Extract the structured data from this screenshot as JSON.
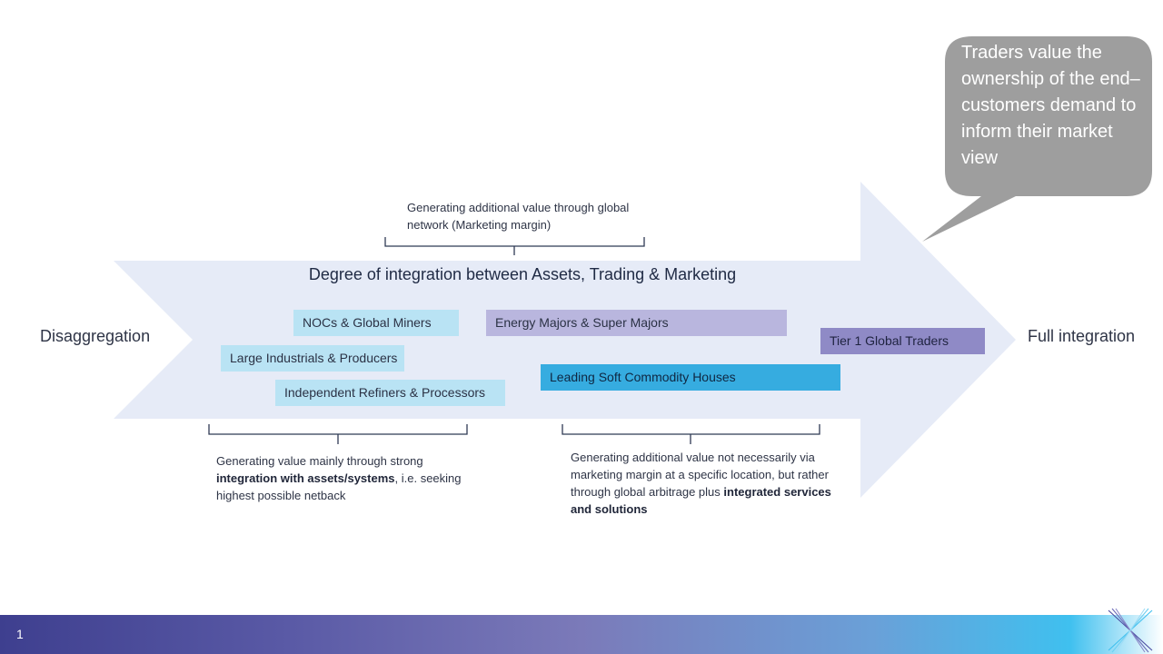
{
  "ends": {
    "left": "Disaggregation",
    "right": "Full integration"
  },
  "main_title": "Degree of integration between Assets, Trading & Marketing",
  "boxes": {
    "nocs": "NOCs & Global Miners",
    "energy": "Energy Majors & Super Majors",
    "tier1": "Tier 1 Global Traders",
    "industrials": "Large Industrials & Producers",
    "soft": "Leading Soft Commodity Houses",
    "refiners": "Independent Refiners & Processors"
  },
  "notes": {
    "top": "Generating additional value through global network (Marketing margin)",
    "left_pre": "Generating value mainly through strong ",
    "left_bold": "integration with assets/systems",
    "left_post": ", i.e. seeking highest possible netback",
    "right_pre": "Generating additional value not necessarily via marketing margin at a specific location, but rather through global arbitrage plus ",
    "right_bold": "integrated services and solutions"
  },
  "bubble": "Traders value the ownership of the end–customers demand to inform their market view",
  "footer": {
    "page": "1"
  },
  "colors": {
    "arrow": "#e6ebf7",
    "box_light": "#b9e3f4",
    "box_lilac": "#b9b6de",
    "box_purple": "#8f8ac6",
    "box_blue": "#36ace0",
    "bubble": "#9e9e9e"
  }
}
